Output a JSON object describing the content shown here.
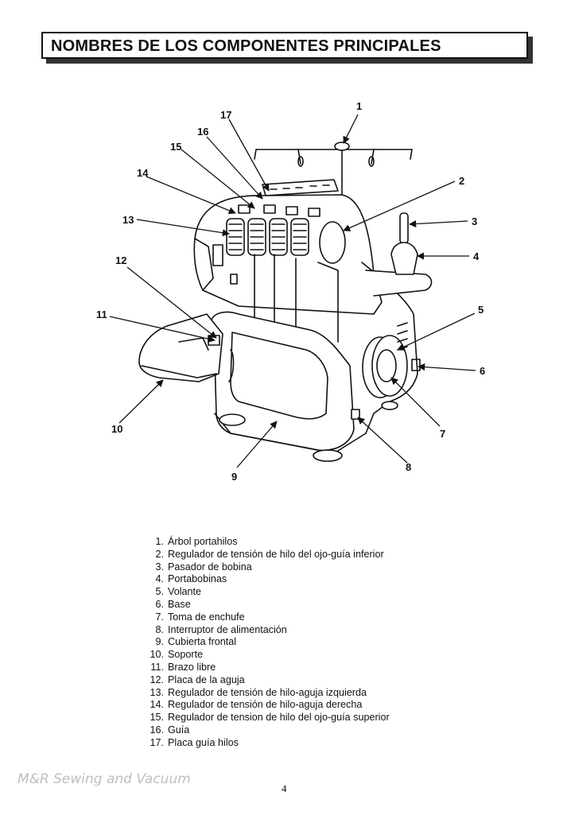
{
  "page": {
    "title": "NOMBRES DE LOS COMPONENTES PRINCIPALES",
    "page_number": "4",
    "watermark": "M&R Sewing and Vacuum"
  },
  "figure": {
    "callouts": [
      "1",
      "2",
      "3",
      "4",
      "5",
      "6",
      "7",
      "8",
      "9",
      "10",
      "11",
      "12",
      "13",
      "14",
      "15",
      "16",
      "17"
    ]
  },
  "legend": [
    {
      "num": "1.",
      "label": "Árbol portahilos"
    },
    {
      "num": "2.",
      "label": "Regulador de tensión de hilo del ojo-guía inferior"
    },
    {
      "num": "3.",
      "label": "Pasador de bobina"
    },
    {
      "num": "4.",
      "label": "Portabobinas"
    },
    {
      "num": "5.",
      "label": "Volante"
    },
    {
      "num": "6.",
      "label": "Base"
    },
    {
      "num": "7.",
      "label": "Toma de enchufe"
    },
    {
      "num": "8.",
      "label": "Interruptor de alimentación"
    },
    {
      "num": "9.",
      "label": "Cubierta frontal"
    },
    {
      "num": "10.",
      "label": "Soporte"
    },
    {
      "num": "11.",
      "label": "Brazo libre"
    },
    {
      "num": "12.",
      "label": "Placa de la aguja"
    },
    {
      "num": "13.",
      "label": "Regulador de tensión de hilo-aguja izquierda"
    },
    {
      "num": "14.",
      "label": "Regulador de tensión de hilo-aguja derecha"
    },
    {
      "num": "15.",
      "label": "Regulador de tension de hilo del ojo-guía superior"
    },
    {
      "num": "16.",
      "label": "Guía"
    },
    {
      "num": "17.",
      "label": "Placa guía hilos"
    }
  ]
}
